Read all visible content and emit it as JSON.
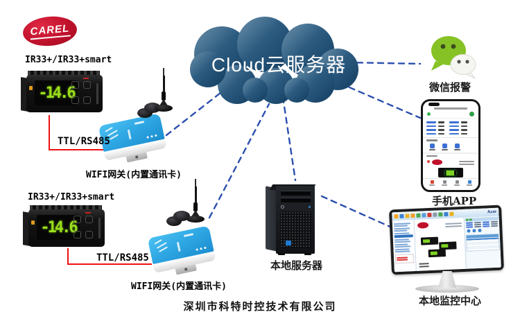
{
  "carel": {
    "brand": "CAREL"
  },
  "cloud": {
    "label": "Cloud云服务器"
  },
  "chains": [
    {
      "controller_label": "IR33+/IR33+smart",
      "display_value": "-14.6",
      "bus_label": "TTL/RS485",
      "gateway_label": "WIFI网关(内置通讯卡)"
    },
    {
      "controller_label": "IR33+/IR33+smart",
      "display_value": "-14.6",
      "bus_label": "TTL/RS485",
      "gateway_label": "WIFI网关(内置通讯卡)"
    }
  ],
  "endpoints": {
    "wechat": {
      "label": "微信报警"
    },
    "phone": {
      "label": "手机APP"
    },
    "server": {
      "label": "本地服务器"
    },
    "monitor": {
      "label": "本地监控中心",
      "screen_brand": "Acer"
    }
  },
  "footer": {
    "company": "深圳市科特时控技术有限公司"
  },
  "colors": {
    "carel_red": "#c0112b",
    "gateway_blue": "#2fa8e4",
    "wechat_green": "#86c226",
    "display_green": "#9adf1c",
    "link_blue": "#2b4fae",
    "wire_red": "#f01010",
    "cloud_dark": "#143f61",
    "cloud_light": "#5e87a6"
  }
}
